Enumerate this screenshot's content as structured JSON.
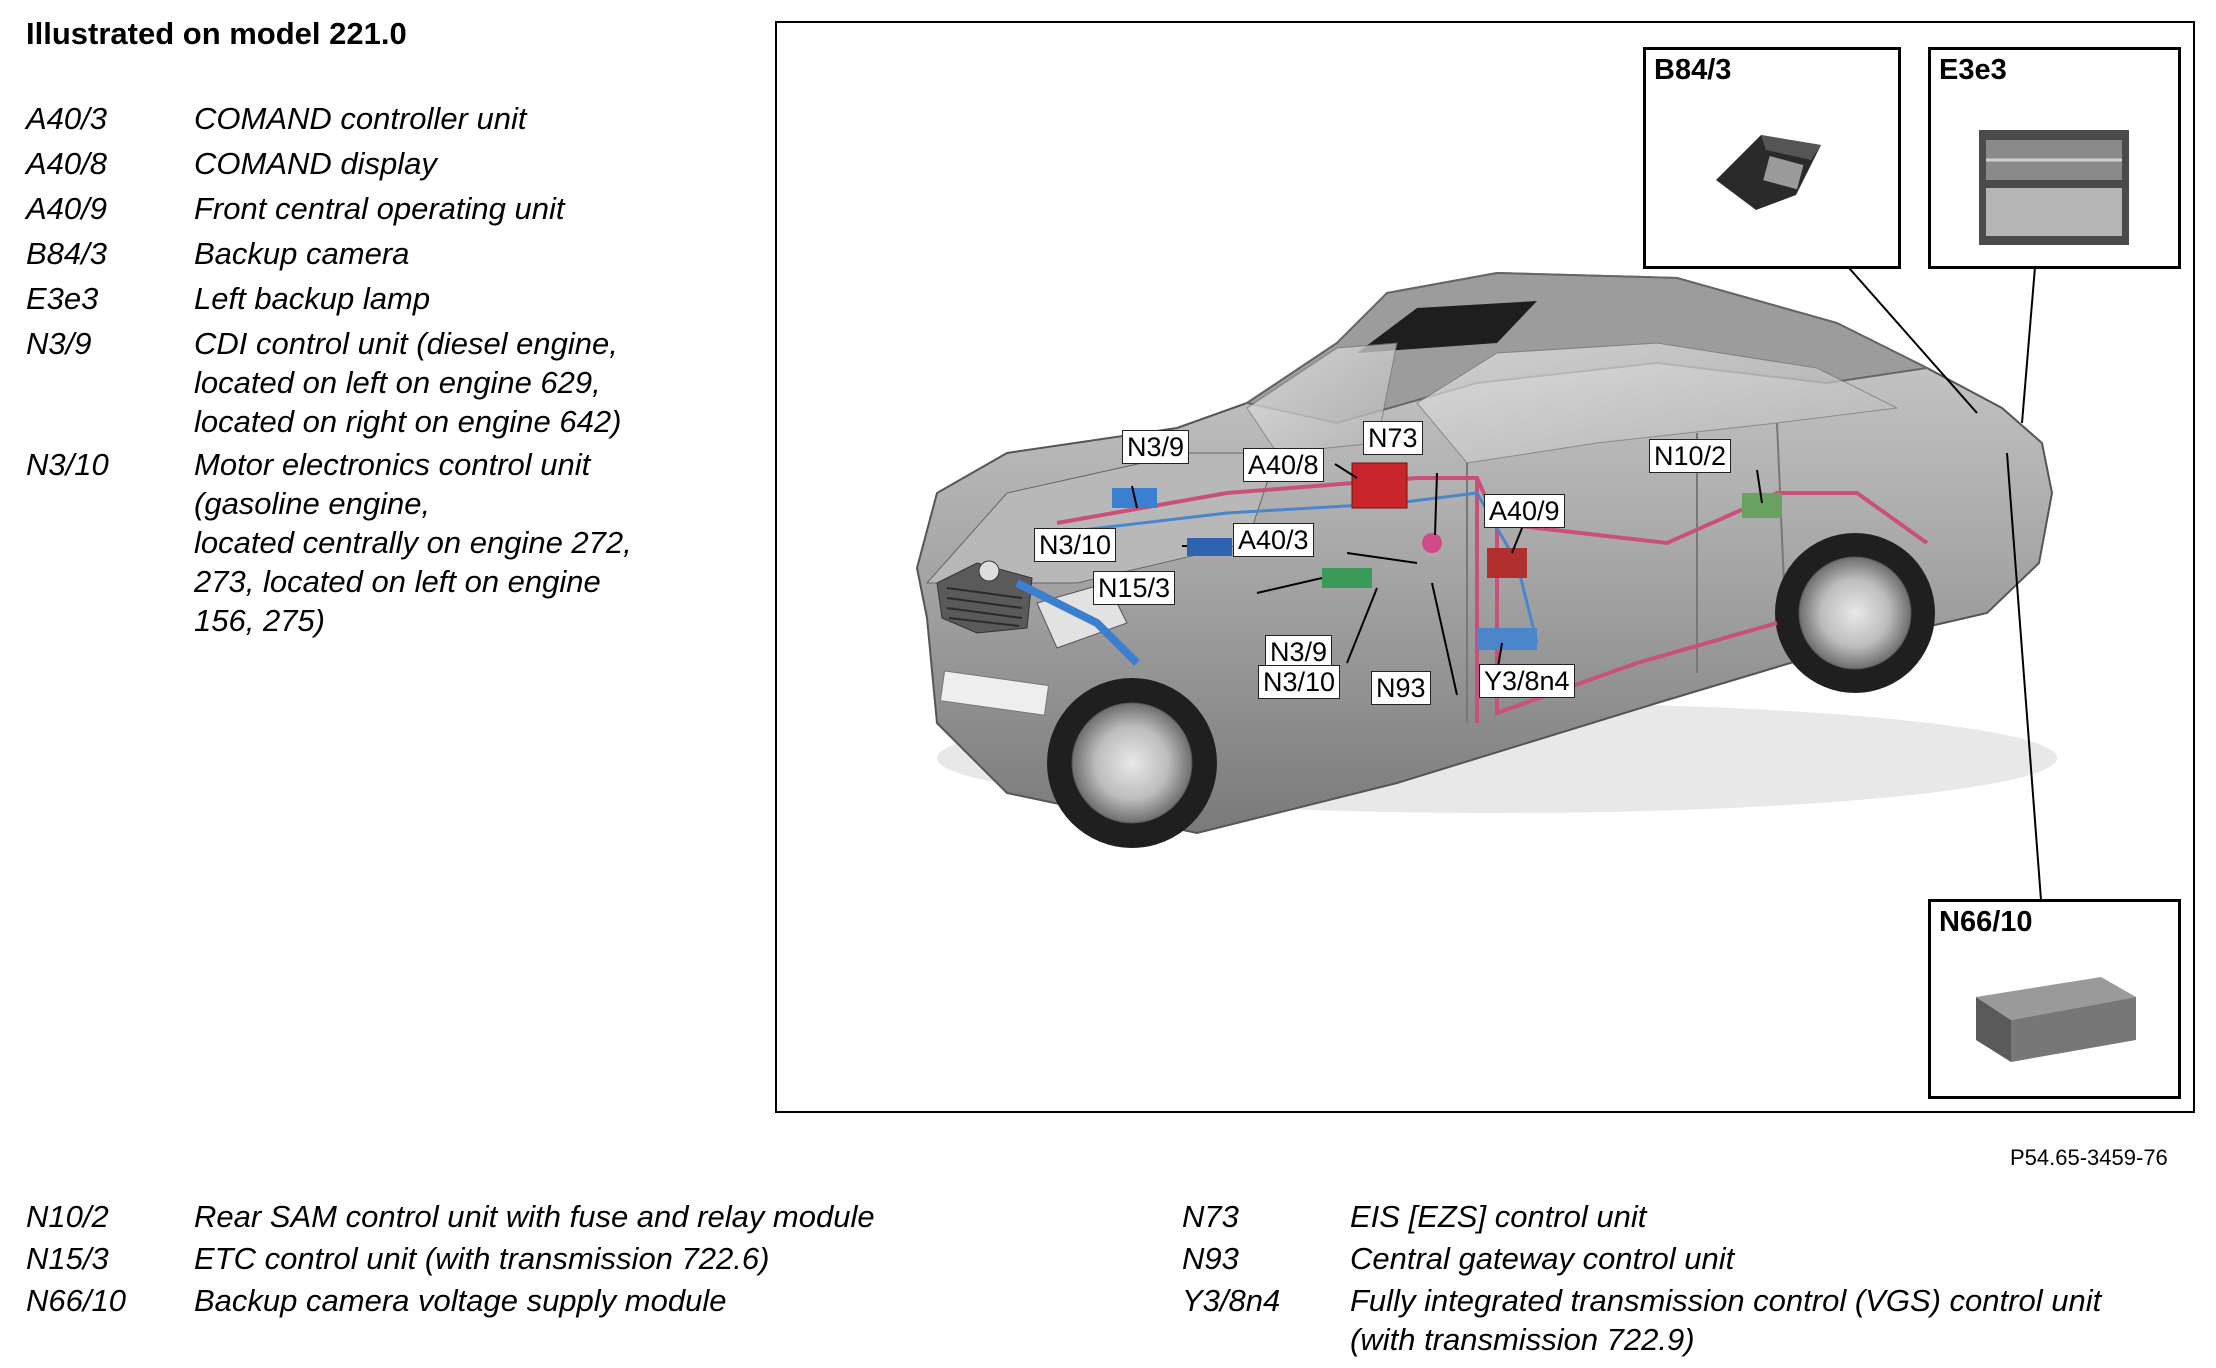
{
  "title": "Illustrated on model 221.0",
  "legend_left": [
    {
      "code": "A40/3",
      "desc": [
        "COMAND controller unit"
      ]
    },
    {
      "code": "A40/8",
      "desc": [
        "COMAND display"
      ]
    },
    {
      "code": "A40/9",
      "desc": [
        "Front central operating unit"
      ]
    },
    {
      "code": "B84/3",
      "desc": [
        "Backup camera"
      ]
    },
    {
      "code": "E3e3",
      "desc": [
        "Left backup lamp"
      ]
    },
    {
      "code": "N3/9",
      "desc": [
        "CDI control unit (diesel engine,",
        "located on left on engine 629,",
        "located on right on engine 642)"
      ]
    },
    {
      "code": "N3/10",
      "desc": [
        "Motor electronics control unit",
        "(gasoline engine,",
        "located centrally on engine 272,",
        "273, located on left on engine",
        "156, 275)"
      ]
    }
  ],
  "legend_bottom_left": [
    {
      "code": "N10/2",
      "desc": [
        "Rear SAM control unit with fuse and relay module"
      ]
    },
    {
      "code": "N15/3",
      "desc": [
        "ETC control unit (with transmission 722.6)"
      ]
    },
    {
      "code": "N66/10",
      "desc": [
        "Backup camera voltage supply module"
      ]
    }
  ],
  "legend_bottom_right": [
    {
      "code": "N73",
      "desc": [
        "EIS [EZS] control unit"
      ]
    },
    {
      "code": "N93",
      "desc": [
        "Central gateway control unit"
      ]
    },
    {
      "code": "Y3/8n4",
      "desc": [
        "Fully integrated transmission control (VGS) control unit",
        "(with transmission 722.9)"
      ]
    }
  ],
  "reference": "P54.65-3459-76",
  "insets": {
    "b84": "B84/3",
    "e3e3": "E3e3",
    "n66": "N66/10"
  },
  "callouts": {
    "n39_top": "N3/9",
    "a408": "A40/8",
    "n73": "N73",
    "n102": "N10/2",
    "n310_left": "N3/10",
    "a403": "A40/3",
    "a409": "A40/9",
    "n153": "N15/3",
    "n39_bottom": "N3/9",
    "n310_bottom": "N3/10",
    "n93": "N93",
    "y38n4": "Y3/8n4"
  },
  "colors": {
    "car_body": "#a9a9a9",
    "wiring_pink": "#c8507a",
    "module_blue": "#3a7fd0",
    "module_red": "#c8262a",
    "module_green": "#3a9a5a"
  }
}
